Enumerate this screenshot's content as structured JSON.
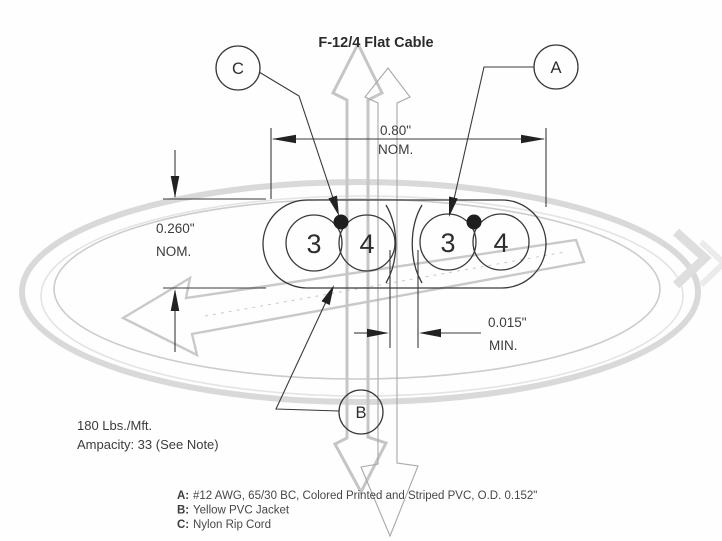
{
  "drawing": {
    "title": "F-12/4 Flat Cable",
    "callouts": {
      "a": "A",
      "b": "B",
      "c": "C"
    },
    "conductors": [
      "3",
      "4",
      "3",
      "4"
    ],
    "dimensions": {
      "width": {
        "value": "0.80\"",
        "qual": "NOM."
      },
      "height": {
        "value": "0.260\"",
        "qual": "NOM."
      },
      "web": {
        "value": "0.015\"",
        "qual": "MIN."
      }
    },
    "specs": {
      "weight": "180 Lbs./Mft.",
      "ampacity": "Ampacity: 33 (See Note)"
    },
    "legend": [
      {
        "key": "A:",
        "desc": "#12 AWG, 65/30 BC, Colored Printed and Striped PVC, O.D. 0.152\""
      },
      {
        "key": "B:",
        "desc": "Yellow PVC Jacket"
      },
      {
        "key": "C:",
        "desc": "Nylon Rip Cord"
      }
    ],
    "colors": {
      "ink": "#3a3a3a",
      "watermark": "#d6d6d6"
    }
  }
}
